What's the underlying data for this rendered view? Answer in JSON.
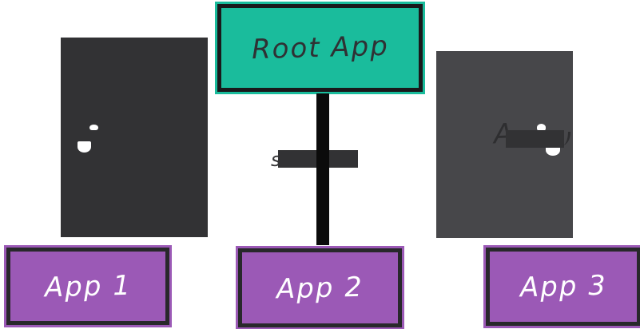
{
  "diagram": {
    "root_app": {
      "label": "Root App",
      "fill_color": "#1abc9c",
      "border_color": "#19191b",
      "text_color": "#2f3134"
    },
    "apps": [
      {
        "label": "App 1"
      },
      {
        "label": "App 2"
      },
      {
        "label": "App 3"
      }
    ],
    "app_fill_color": "#9b59b6",
    "app_text_color": "#ffffff",
    "connector_color": "#0b0b0b",
    "left_panel_color": "#323234",
    "right_panel_color": "#47474a",
    "redaction_color": "#323234",
    "middle_text_fragment": "s",
    "right_text_fragment": "A"
  }
}
